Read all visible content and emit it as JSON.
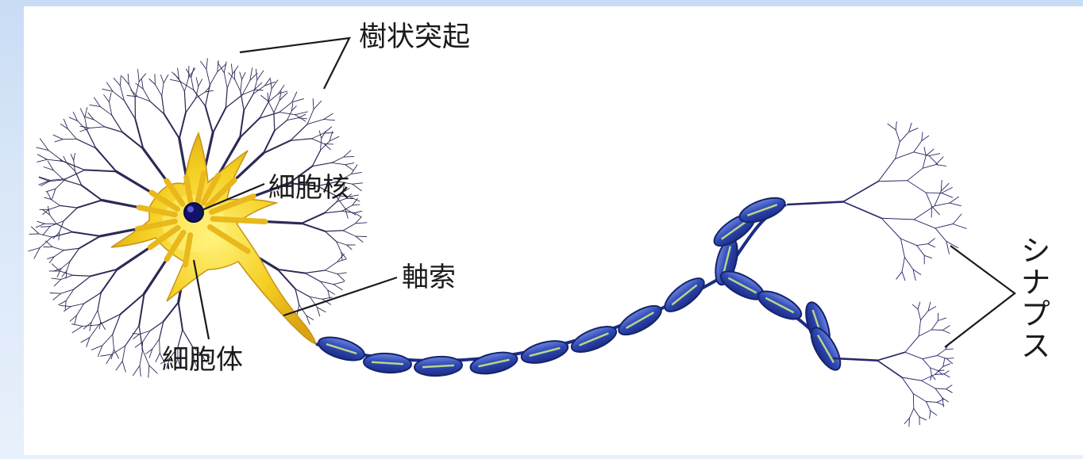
{
  "labels": {
    "dendrites": "樹状突起",
    "nucleus": "細胞核",
    "axon": "軸索",
    "soma": "細胞体",
    "synapse": "シナプス"
  },
  "colors": {
    "background_top": "#c9dcf5",
    "background_bottom": "#e8f0fb",
    "panel": "#ffffff",
    "soma": "#f2c21a",
    "soma_core": "#fff27a",
    "dendrite": "#2b2a55",
    "myelin": "#2f49b4",
    "myelin_inner": "#b9d48a",
    "nucleus": "#12126b",
    "terminal": "#27276a",
    "text": "#1a1a1a"
  }
}
